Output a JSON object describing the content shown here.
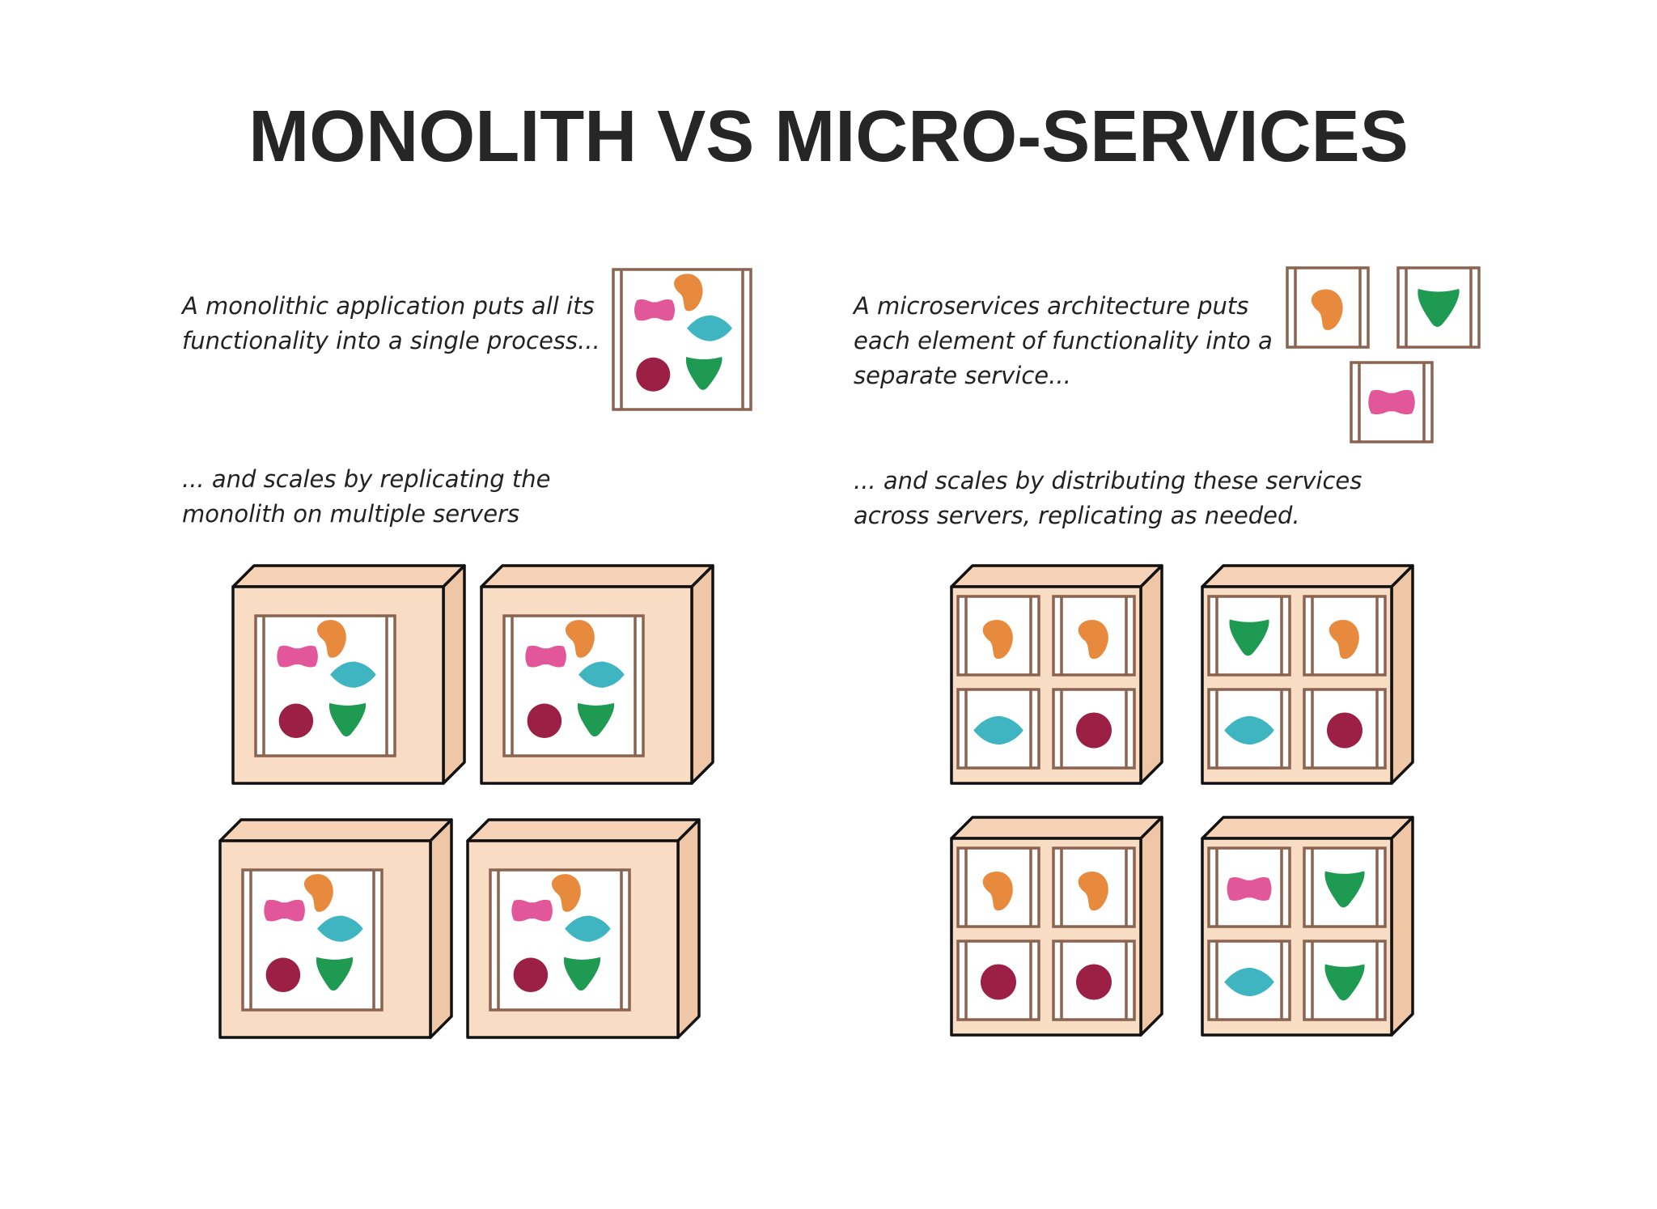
{
  "title": "MONOLITH VS MICRO-SERVICES",
  "monolith": {
    "caption_1": [
      "A monolithic application puts all its",
      "functionality into a single process..."
    ],
    "caption_2": [
      "... and scales by replicating the",
      "monolith on multiple servers"
    ]
  },
  "microservices": {
    "caption_1": [
      "A microservices architecture puts",
      "each element of functionality into a",
      "separate service..."
    ],
    "caption_2": [
      "... and scales by distributing these services",
      "across servers, replicating as needed."
    ]
  },
  "colors": {
    "orange": "#e88a3e",
    "pink": "#e2569a",
    "teal": "#3fb5c2",
    "maroon": "#9c2046",
    "green": "#1f9a52",
    "frame": "#8a6450",
    "server": "#f9dcc4",
    "outline": "#111111"
  },
  "servers": {
    "monolith": [
      "monolith",
      "monolith",
      "monolith",
      "monolith"
    ],
    "micro": [
      [
        "orange",
        "orange",
        "teal",
        "maroon"
      ],
      [
        "green",
        "orange",
        "teal",
        "maroon"
      ],
      [
        "orange",
        "orange",
        "maroon",
        "maroon"
      ],
      [
        "pink",
        "green",
        "teal",
        "green"
      ]
    ]
  }
}
